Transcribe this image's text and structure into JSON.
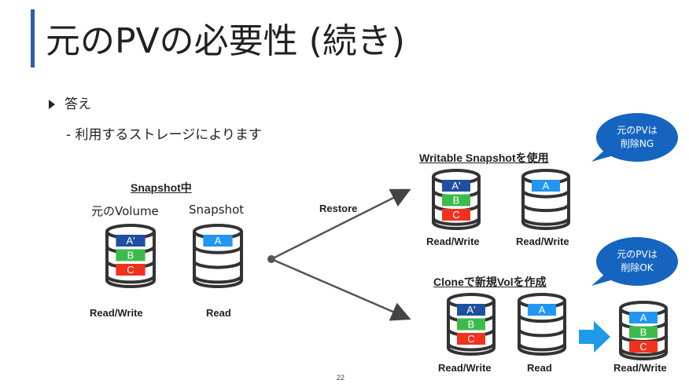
{
  "slide": {
    "title": "元のPVの必要性 (続き)",
    "bullet": "答え",
    "sub_bullet": "-  利用するストレージによります",
    "page_number": "22"
  },
  "left": {
    "heading": "Snapshot中",
    "volume_label": "元のVolume",
    "snapshot_label": "Snapshot",
    "volume_mode": "Read/Write",
    "snapshot_mode": "Read",
    "volume_blocks": [
      "A'",
      "B",
      "C"
    ],
    "snapshot_blocks": [
      "A"
    ]
  },
  "restore_label": "Restore",
  "top_right": {
    "heading": "Writable Snapshotを使用",
    "left_mode": "Read/Write",
    "right_mode": "Read/Write",
    "left_blocks": [
      "A'",
      "B",
      "C"
    ],
    "right_blocks": [
      "A"
    ],
    "bubble": [
      "元のPVは",
      "削除NG"
    ]
  },
  "bottom_right": {
    "heading": "Cloneで新規Volを作成",
    "first_mode": "Read/Write",
    "second_mode": "Read",
    "third_mode": "Read/Write",
    "first_blocks": [
      "A'",
      "B",
      "C"
    ],
    "second_blocks": [
      "A"
    ],
    "third_blocks": [
      "A",
      "B",
      "C"
    ],
    "bubble": [
      "元のPVは",
      "削除OK"
    ]
  },
  "colors": {
    "title_bar": "#2f5ea8",
    "block_dark_blue": "#1f4fa0",
    "block_light_blue": "#2196f3",
    "block_green": "#3dbb4a",
    "block_red": "#f0321e",
    "bubble": "#1565c0",
    "arrow_blue": "#1e9be8"
  },
  "icons": [
    "triangle-bullet-icon",
    "database-cylinder-icon",
    "arrow-right-icon",
    "speech-bubble-icon"
  ]
}
